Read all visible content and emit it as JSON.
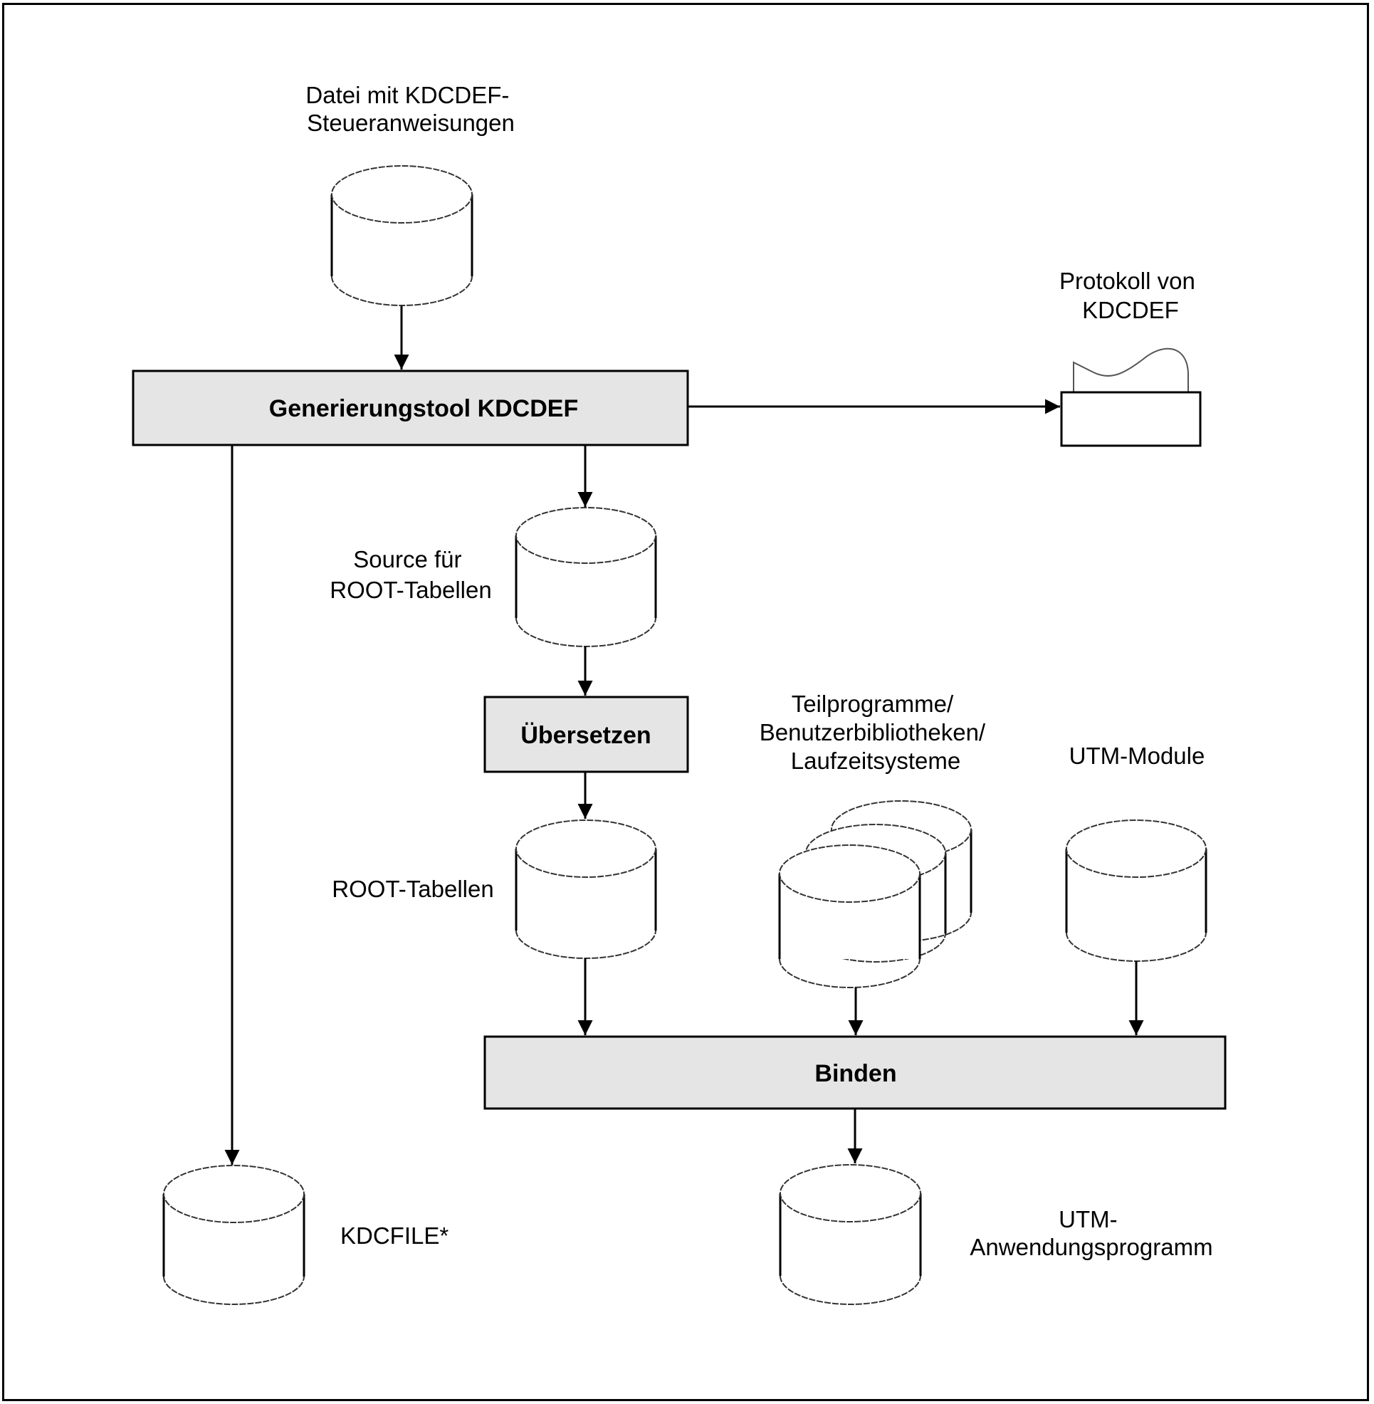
{
  "diagram": {
    "nodes": {
      "input_file": {
        "label_lines": [
          "Datei mit KDCDEF-",
          "Steueranweisungen"
        ],
        "shape": "cylinder-icon"
      },
      "kdcdef_tool": {
        "label": "Generierungstool KDCDEF",
        "shape": "process-box"
      },
      "protocol": {
        "label_lines": [
          "Protokoll von",
          "KDCDEF"
        ],
        "shape": "printout-document-icon"
      },
      "root_source": {
        "label_lines": [
          "Source für",
          "ROOT-Tabellen"
        ],
        "shape": "cylinder-icon"
      },
      "compile": {
        "label": "Übersetzen",
        "shape": "process-box"
      },
      "root_tables": {
        "label": "ROOT-Tabellen",
        "shape": "cylinder-icon"
      },
      "libraries": {
        "label_lines": [
          "Teilprogramme/",
          "Benutzerbibliotheken/",
          "Laufzeitsysteme"
        ],
        "shape": "stacked-cylinders-icon"
      },
      "utm_modules": {
        "label": "UTM-Module",
        "shape": "cylinder-icon"
      },
      "link": {
        "label": "Binden",
        "shape": "process-box"
      },
      "kdcfile": {
        "label": "KDCFILE*",
        "shape": "cylinder-icon"
      },
      "utm_app": {
        "label_lines": [
          "UTM-",
          "Anwendungsprogramm"
        ],
        "shape": "cylinder-icon"
      }
    },
    "edges": [
      {
        "from": "input_file",
        "to": "kdcdef_tool"
      },
      {
        "from": "kdcdef_tool",
        "to": "protocol"
      },
      {
        "from": "kdcdef_tool",
        "to": "root_source"
      },
      {
        "from": "kdcdef_tool",
        "to": "kdcfile"
      },
      {
        "from": "root_source",
        "to": "compile"
      },
      {
        "from": "compile",
        "to": "root_tables"
      },
      {
        "from": "root_tables",
        "to": "link"
      },
      {
        "from": "libraries",
        "to": "link"
      },
      {
        "from": "utm_modules",
        "to": "link"
      },
      {
        "from": "link",
        "to": "utm_app"
      }
    ],
    "colors": {
      "process_fill": "#e5e5e5",
      "stroke": "#000000"
    }
  }
}
